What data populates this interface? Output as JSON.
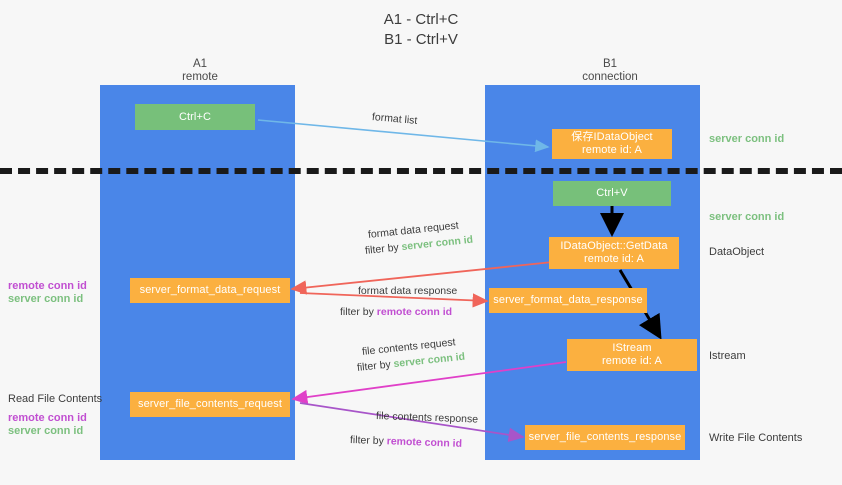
{
  "title": "A1 - Ctrl+C\nB1 - Ctrl+V",
  "lanes": [
    {
      "header": "A1\nremote",
      "name": "A1",
      "sub": "remote"
    },
    {
      "header": "B1\nconnection",
      "name": "B1",
      "sub": "connection"
    }
  ],
  "boxes": {
    "ctrl_c": {
      "line1": "Ctrl+C",
      "color": "#77c07a"
    },
    "save_idataobject": {
      "line1": "保存IDataObject",
      "line2": "remote id: A",
      "color": "#fbb040"
    },
    "ctrl_v": {
      "line1": "Ctrl+V",
      "color": "#77c07a"
    },
    "getdata": {
      "line1": "IDataObject::GetData",
      "line2": "remote id: A",
      "color": "#fbb040"
    },
    "server_format_data_request": {
      "line1": "server_format_data_request",
      "color": "#fbb040"
    },
    "server_format_data_response": {
      "line1": "server_format_data_response",
      "color": "#fbb040"
    },
    "istream": {
      "line1": "IStream",
      "line2": "remote id: A",
      "color": "#fbb040"
    },
    "server_file_contents_request": {
      "line1": "server_file_contents_request",
      "color": "#fbb040"
    },
    "server_file_contents_response": {
      "line1": "server_file_contents_response",
      "color": "#fbb040"
    }
  },
  "captions": {
    "format_list": "format list",
    "format_data_request": "format data request",
    "format_data_request_filter_prefix": "filter by ",
    "format_data_request_filter_value": "server conn id",
    "format_data_response": "format data response",
    "format_data_response_filter_prefix": "filter by ",
    "format_data_response_filter_value": "remote conn id",
    "file_contents_request": "file contents request",
    "file_contents_request_filter_prefix": "filter by ",
    "file_contents_request_filter_value": "server conn id",
    "file_contents_response": "file contents response",
    "file_contents_response_filter_prefix": "filter by ",
    "file_contents_response_filter_value": "remote conn id"
  },
  "side_labels": {
    "right_server_conn_id_top": "server conn id",
    "right_server_conn_id_mid": "server conn id",
    "right_dataobject": "DataObject",
    "right_istream": "Istream",
    "right_write_file_contents": "Write File Contents",
    "left_remote_conn_id_1": "remote conn id",
    "left_server_conn_id_1": "server conn id",
    "left_read_file_contents": "Read File Contents",
    "left_remote_conn_id_2": "remote conn id",
    "left_server_conn_id_2": "server conn id"
  },
  "colors": {
    "lane": "#4a86e8",
    "green": "#77c07a",
    "orange": "#fbb040",
    "green_text": "#7cc07f",
    "purple_text": "#c14fd1",
    "arrow_blue": "#6fb7e8",
    "arrow_red": "#f0655a",
    "arrow_magenta": "#e040c8",
    "arrow_purple": "#a855c9",
    "arrow_black": "#000000",
    "divider": "#1a1a1a",
    "background": "#f7f7f7"
  }
}
